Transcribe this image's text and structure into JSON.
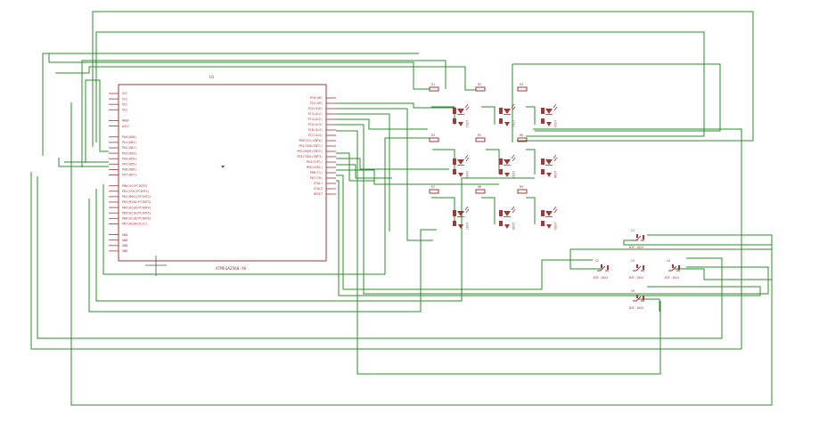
{
  "schematic": {
    "mcu": {
      "ref": "U1",
      "value": "ATMEGA2560-AU",
      "left_pins": [
        "VCC",
        "VCC",
        "VCC",
        "VCC",
        "",
        "AREF",
        "AVCC",
        "",
        "PA0(AD0)",
        "PA1(AD1)",
        "PA2(AD2)",
        "PA3(AD3)",
        "PA4(AD4)",
        "PA5(AD5)",
        "PA6(AD6)",
        "PA7(AD7)",
        "",
        "PB0(SS/PCINT0)",
        "PB1(SCK/PCINT1)",
        "PB2(MOSI/PCINT2)",
        "PB3(MISO/PCINT3)",
        "PB4(OC2A/PCINT4)",
        "PB5(OC1A/PCINT5)",
        "PB6(OC1B/PCINT6)",
        "PB7(OC0A/OC1C)",
        "",
        "GND",
        "GND",
        "GND",
        "GND"
      ],
      "right_pins": [
        "PC0(A8)",
        "PC1(A9)",
        "PC2(A10)",
        "PC3(A11)",
        "PC4(A12)",
        "PC5(A13)",
        "PC6(A14)",
        "PC7(A15)",
        "PD0(SCL/INT0)",
        "PD1(SDA/INT1)",
        "PD2(RXD1/INT2)",
        "PD3(TXD1/INT3)",
        "PD4(ICP1)",
        "PD5(XCK1)",
        "PD6(T1)",
        "PD7(T0)",
        "XTAL1",
        "XTAL2",
        "RESET"
      ]
    },
    "resistors": [
      "R1",
      "R2",
      "R3",
      "R4",
      "R5",
      "R6",
      "R7",
      "R8",
      "R9"
    ],
    "leds": [
      "LED1",
      "LED2",
      "LED3",
      "LED4",
      "LED5",
      "LED6",
      "LED7",
      "LED8",
      "LED9"
    ],
    "switches": [
      "S1",
      "S2",
      "S3",
      "S4",
      "S5"
    ],
    "switch_values": [
      "B3F-10XX",
      "B3F-10XX",
      "B3F-10XX",
      "B3F-10XX",
      "B3F-10XX"
    ],
    "colors": {
      "wire": "#2e8b2e",
      "part": "#9b3b3b",
      "background": "#ffffff"
    }
  }
}
